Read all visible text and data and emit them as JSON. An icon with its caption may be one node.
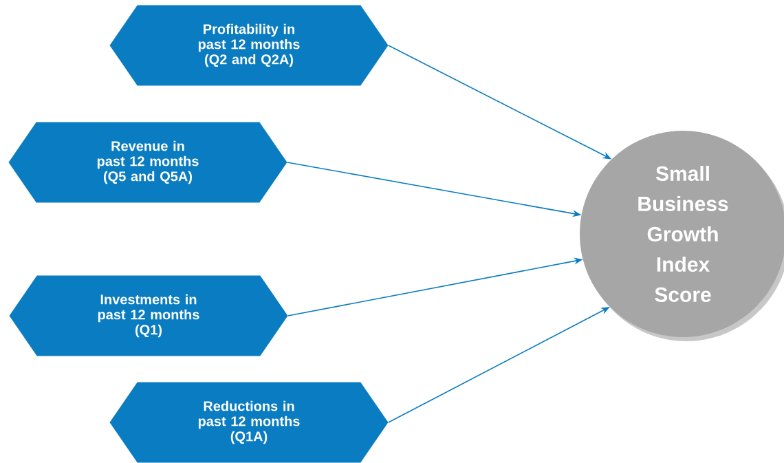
{
  "diagram": {
    "nodes": [
      {
        "text": [
          "Profitability in past 12 months",
          "(Q2 and Q2A)"
        ]
      },
      {
        "text": [
          "Revenue in past 12 months",
          "(Q5 and Q5A)"
        ]
      },
      {
        "text": [
          "Investments in past 12 months",
          "(Q1)"
        ]
      },
      {
        "text": [
          "Reductions in past 12 months",
          "(Q1A)"
        ]
      },
      {
        "text": [
          "Small Business Growth Index Score"
        ]
      }
    ],
    "edges": [
      {
        "from": 0,
        "to": 4,
        "arrow": "to"
      },
      {
        "from": 1,
        "to": 4,
        "arrow": "to"
      },
      {
        "from": 2,
        "to": 4,
        "arrow": "to"
      },
      {
        "from": 3,
        "to": 4,
        "arrow": "to"
      }
    ]
  }
}
